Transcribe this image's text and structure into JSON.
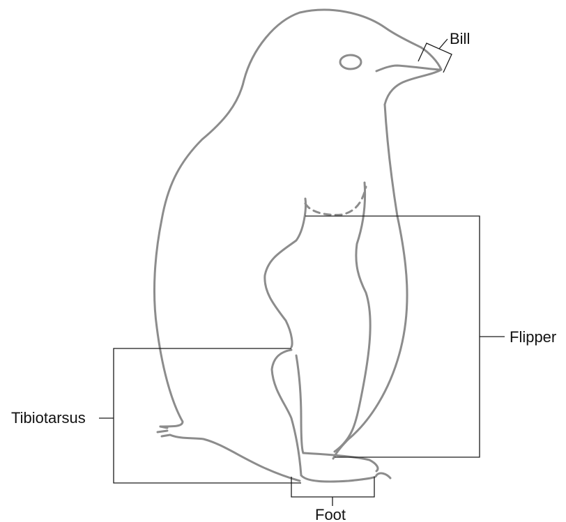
{
  "labels": {
    "bill": "Bill",
    "flipper": "Flipper",
    "tibiotarsus": "Tibiotarsus",
    "foot": "Foot"
  },
  "colors": {
    "outline": "#8c8c8c",
    "leader": "#1a1a1a",
    "text": "#111111"
  }
}
